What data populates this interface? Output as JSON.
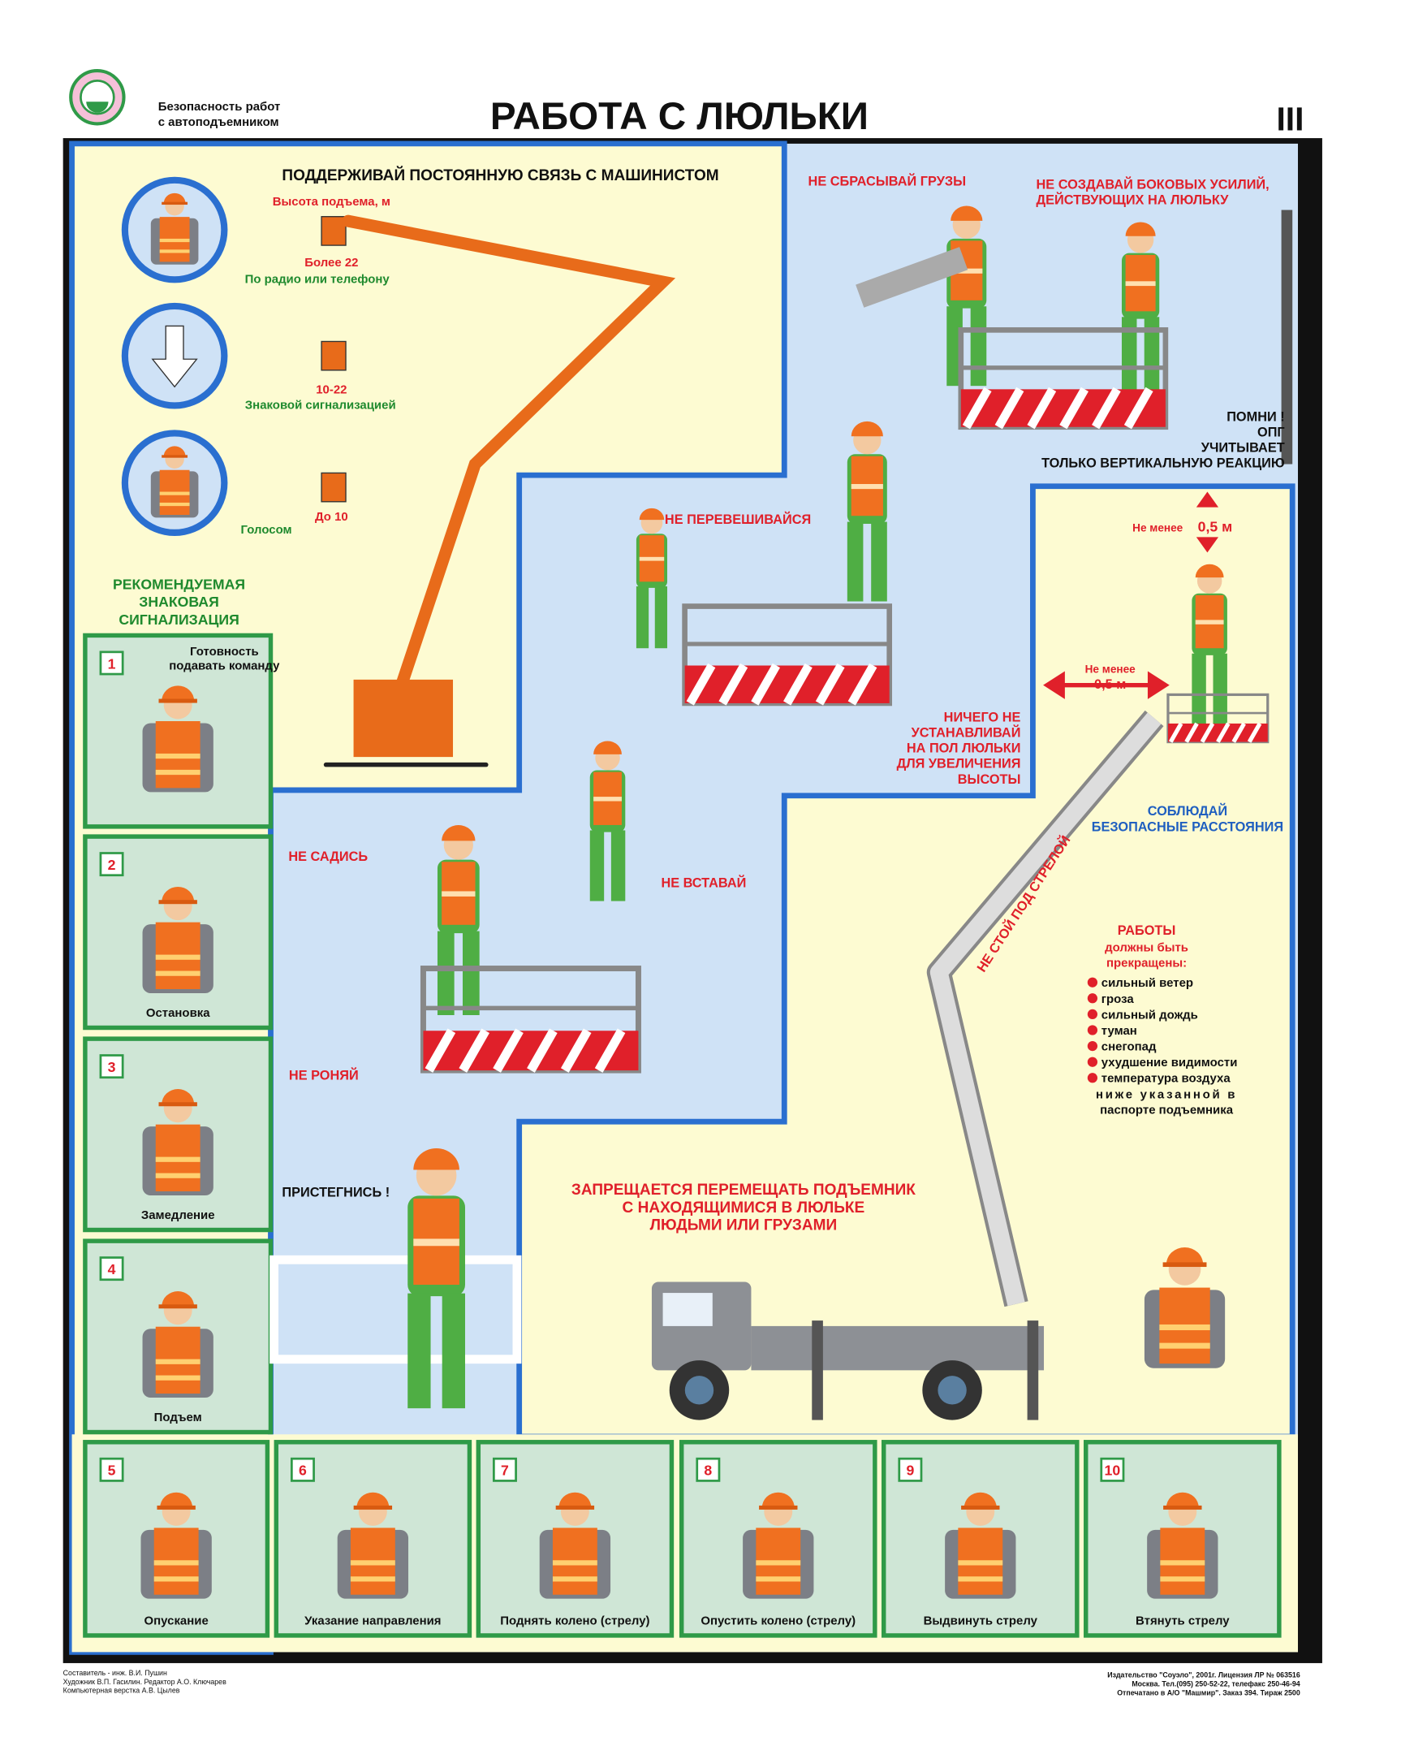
{
  "header": {
    "series_line1": "Безопасность работ",
    "series_line2": "с автоподъемником",
    "title": "РАБОТА С ЛЮЛЬКИ",
    "sheet_number": "III"
  },
  "communication": {
    "heading": "ПОДДЕРЖИВАЙ ПОСТОЯННУЮ СВЯЗЬ С МАШИНИСТОМ",
    "height_label": "Высота подъема, м",
    "levels": [
      {
        "height": "Более 22",
        "method": "По радио или телефону"
      },
      {
        "height": "10-22",
        "method": "Знаковой сигнализацией"
      },
      {
        "height": "До 10",
        "method": "Голосом"
      }
    ]
  },
  "signals_heading": [
    "РЕКОМЕНДУЕМАЯ",
    "ЗНАКОВАЯ",
    "СИГНАЛИЗАЦИЯ"
  ],
  "signals": [
    {
      "num": "1",
      "label": "Готовность подавать команду",
      "label_lines": [
        "Готовность",
        "подавать команду"
      ]
    },
    {
      "num": "2",
      "label": "Остановка"
    },
    {
      "num": "3",
      "label": "Замедление"
    },
    {
      "num": "4",
      "label": "Подъем"
    },
    {
      "num": "5",
      "label": "Опускание"
    },
    {
      "num": "6",
      "label": "Указание направления"
    },
    {
      "num": "7",
      "label": "Поднять колено (стрелу)"
    },
    {
      "num": "8",
      "label": "Опустить колено (стрелу)"
    },
    {
      "num": "9",
      "label": "Выдвинуть стрелу"
    },
    {
      "num": "10",
      "label": "Втянуть стрелу"
    }
  ],
  "warnings": {
    "no_drop_loads": "НЕ СБРАСЫВАЙ ГРУЗЫ",
    "no_side_forces": [
      "НЕ СОЗДАВАЙ БОКОВЫХ УСИЛИЙ,",
      "ДЕЙСТВУЮЩИХ НА ЛЮЛЬКУ"
    ],
    "remember": [
      "ПОМНИ !",
      "ОПГ",
      "УЧИТЫВАЕТ",
      "ТОЛЬКО ВЕРТИКАЛЬНУЮ РЕАКЦИЮ"
    ],
    "no_lean": "НЕ ПЕРЕВЕШИВАЙСЯ",
    "min_distance_top": {
      "label": "Не менее",
      "value": "0,5 м"
    },
    "min_distance_side": {
      "label": "Не менее",
      "value": "0,5 м"
    },
    "nothing_on_floor": [
      "НИЧЕГО НЕ",
      "УСТАНАВЛИВАЙ",
      "НА ПОЛ ЛЮЛЬКИ",
      "ДЛЯ УВЕЛИЧЕНИЯ",
      "ВЫСОТЫ"
    ],
    "keep_distance": [
      "СОБЛЮДАЙ",
      "БЕЗОПАСНЫЕ РАССТОЯНИЯ"
    ],
    "boom_text": "НЕ СТОЙ ПОД СТРЕЛОЙ",
    "no_sit": "НЕ САДИСЬ",
    "no_stand": "НЕ ВСТАВАЙ",
    "no_drop": "НЕ РОНЯЙ",
    "fasten": "ПРИСТЕГНИСЬ !",
    "no_move": [
      "ЗАПРЕЩАЕТСЯ ПЕРЕМЕЩАТЬ ПОДЪЕМНИК",
      "С НАХОДЯЩИМИСЯ В ЛЮЛЬКЕ",
      "ЛЮДЬМИ ИЛИ ГРУЗАМИ"
    ]
  },
  "stop_work": {
    "heading": [
      "РАБОТЫ",
      "должны быть",
      "прекращены:"
    ],
    "conditions": [
      "сильный ветер",
      "гроза",
      "сильный дождь",
      "туман",
      "снегопад",
      "ухудшение видимости",
      "температура воздуха"
    ],
    "continuation": [
      "ниже указанной в",
      "паспорте подъемника"
    ]
  },
  "footer": {
    "credits": [
      "Составитель - инж. В.И. Пушин",
      "Художник В.П. Гасилин. Редактор А.О. Ключарев",
      "Компьютерная верстка А.В. Цылев"
    ],
    "publisher": [
      "Издательство \"Соуэло\", 2001г. Лицензия ЛР № 063516",
      "Москва. Тел.(095) 250-52-22, телефакс 250-46-94",
      "Отпечатано в А/О \"Машмир\". Заказ 394. Тираж 2500"
    ]
  },
  "colors": {
    "frame": "#111111",
    "yellow": "#fdfbd2",
    "blue": "#cfe2f6",
    "blue_line": "#2a6fd0",
    "green_panel": "#cfe6d6",
    "green_border": "#2f9a48",
    "orange": "#f07020",
    "red": "#e0202a"
  }
}
